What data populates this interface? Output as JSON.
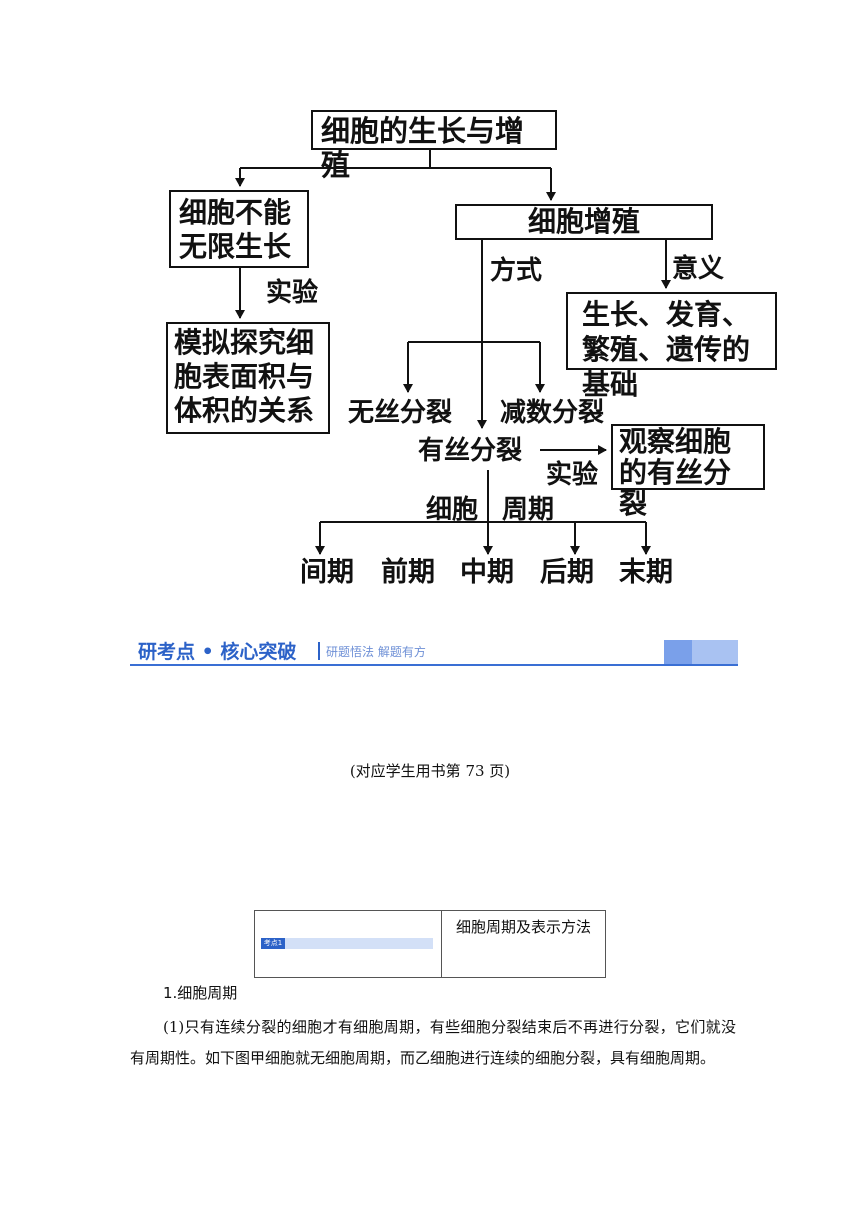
{
  "diagram": {
    "root": "细胞的生长与增殖",
    "left_box": "细胞不能无限生长",
    "left_label": "实验",
    "left_bottom_box": "模拟探究细胞表面积与体积的关系",
    "right_box": "细胞增殖",
    "method_label": "方式",
    "meaning_label": "意义",
    "meaning_box": "生长、发育、繁殖、遗传的基础",
    "amitosis": "无丝分裂",
    "meiosis": "减数分裂",
    "mitosis": "有丝分裂",
    "mitosis_exp_label": "实验",
    "observe_box": "观察细胞的有丝分裂",
    "cycle_left": "细胞",
    "cycle_right": "周期",
    "phases": [
      "间期",
      "前期",
      "中期",
      "后期",
      "末期"
    ]
  },
  "banner": {
    "title": "研考点 • 核心突破",
    "subtitle": "研题悟法  解题有方"
  },
  "page_ref": "(对应学生用书第 73 页)",
  "kaodian": {
    "badge": "考点1",
    "title": "细胞周期及表示方法"
  },
  "section_title": "1.细胞周期",
  "paragraph": "(1)只有连续分裂的细胞才有细胞周期，有些细胞分裂结束后不再进行分裂，它们就没有周期性。如下图甲细胞就无细胞周期，而乙细胞进行连续的细胞分裂，具有细胞周期。"
}
